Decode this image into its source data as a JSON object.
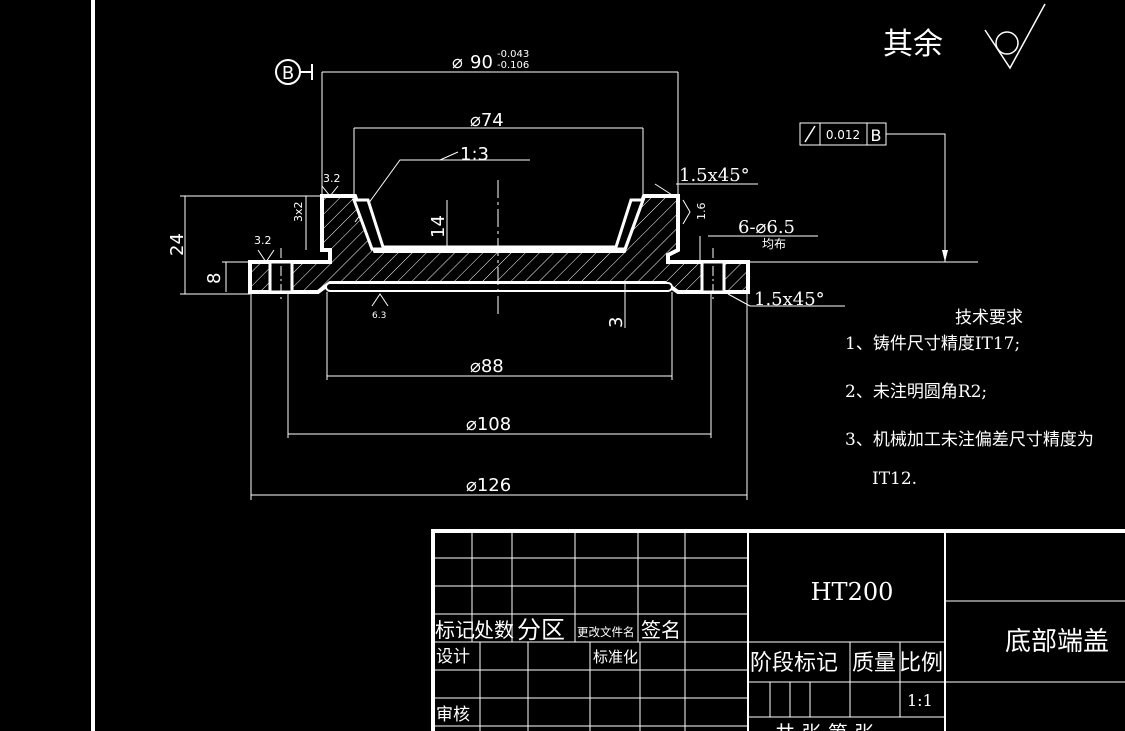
{
  "surface_finish": {
    "label": "其余"
  },
  "dims": {
    "d90": {
      "symbol": "⌀",
      "value": "90",
      "upper": "-0.043",
      "lower": "-0.106"
    },
    "d74": "⌀74",
    "taper": "1:3",
    "chamfer_top": "1.5x45°",
    "chamfer_bottom": "1.5x45°",
    "holes": "6-⌀6.5",
    "holes_note": "均布",
    "h24": "24",
    "h8": "8",
    "h14": "14",
    "h3": "3",
    "groove": "3x2",
    "ra_left_top": "3.2",
    "ra_left_mid": "3.2",
    "ra_right": "1.6",
    "ra_bottom": "6.3",
    "d88": "⌀88",
    "d108": "⌀108",
    "d126": "⌀126"
  },
  "datum": {
    "letter": "B"
  },
  "tolerance_frame": {
    "value": "0.012",
    "datum": "B"
  },
  "tech_requirements": {
    "title": "技术要求",
    "items": [
      "1、铸件尺寸精度IT17;",
      "2、未注明圆角R2;",
      "3、机械加工未注偏差尺寸精度为",
      "IT12."
    ]
  },
  "title_block": {
    "material": "HT200",
    "part_name": "底部端盖",
    "headers": [
      "标记",
      "处数",
      "分区",
      "更改文件名",
      "签名"
    ],
    "design": "设计",
    "standardize": "标准化",
    "review": "审核",
    "stage_mark": "阶段标记",
    "mass": "质量",
    "scale_label": "比例",
    "scale_value": "1:1",
    "sheets": "共 张 第 张"
  }
}
